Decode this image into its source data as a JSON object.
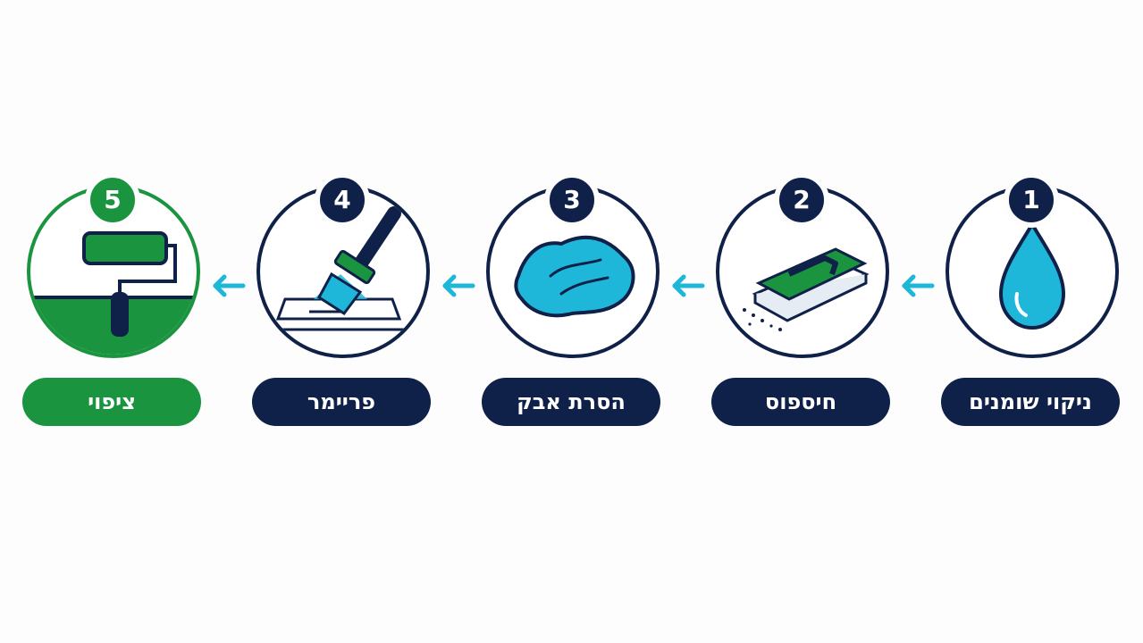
{
  "steps": [
    {
      "number": "1",
      "label": "ניקוי שומנים",
      "icon": "water-drop-icon"
    },
    {
      "number": "2",
      "label": "חיספוס",
      "icon": "sanding-block-icon"
    },
    {
      "number": "3",
      "label": "הסרת אבק",
      "icon": "cloth-icon"
    },
    {
      "number": "4",
      "label": "פריימר",
      "icon": "paint-brush-icon"
    },
    {
      "number": "5",
      "label": "ציפוי",
      "icon": "paint-roller-icon"
    }
  ],
  "colors": {
    "navy": "#0f2149",
    "cyan": "#1fb7d9",
    "green": "#1b9440",
    "background": "#fdfdfe"
  }
}
